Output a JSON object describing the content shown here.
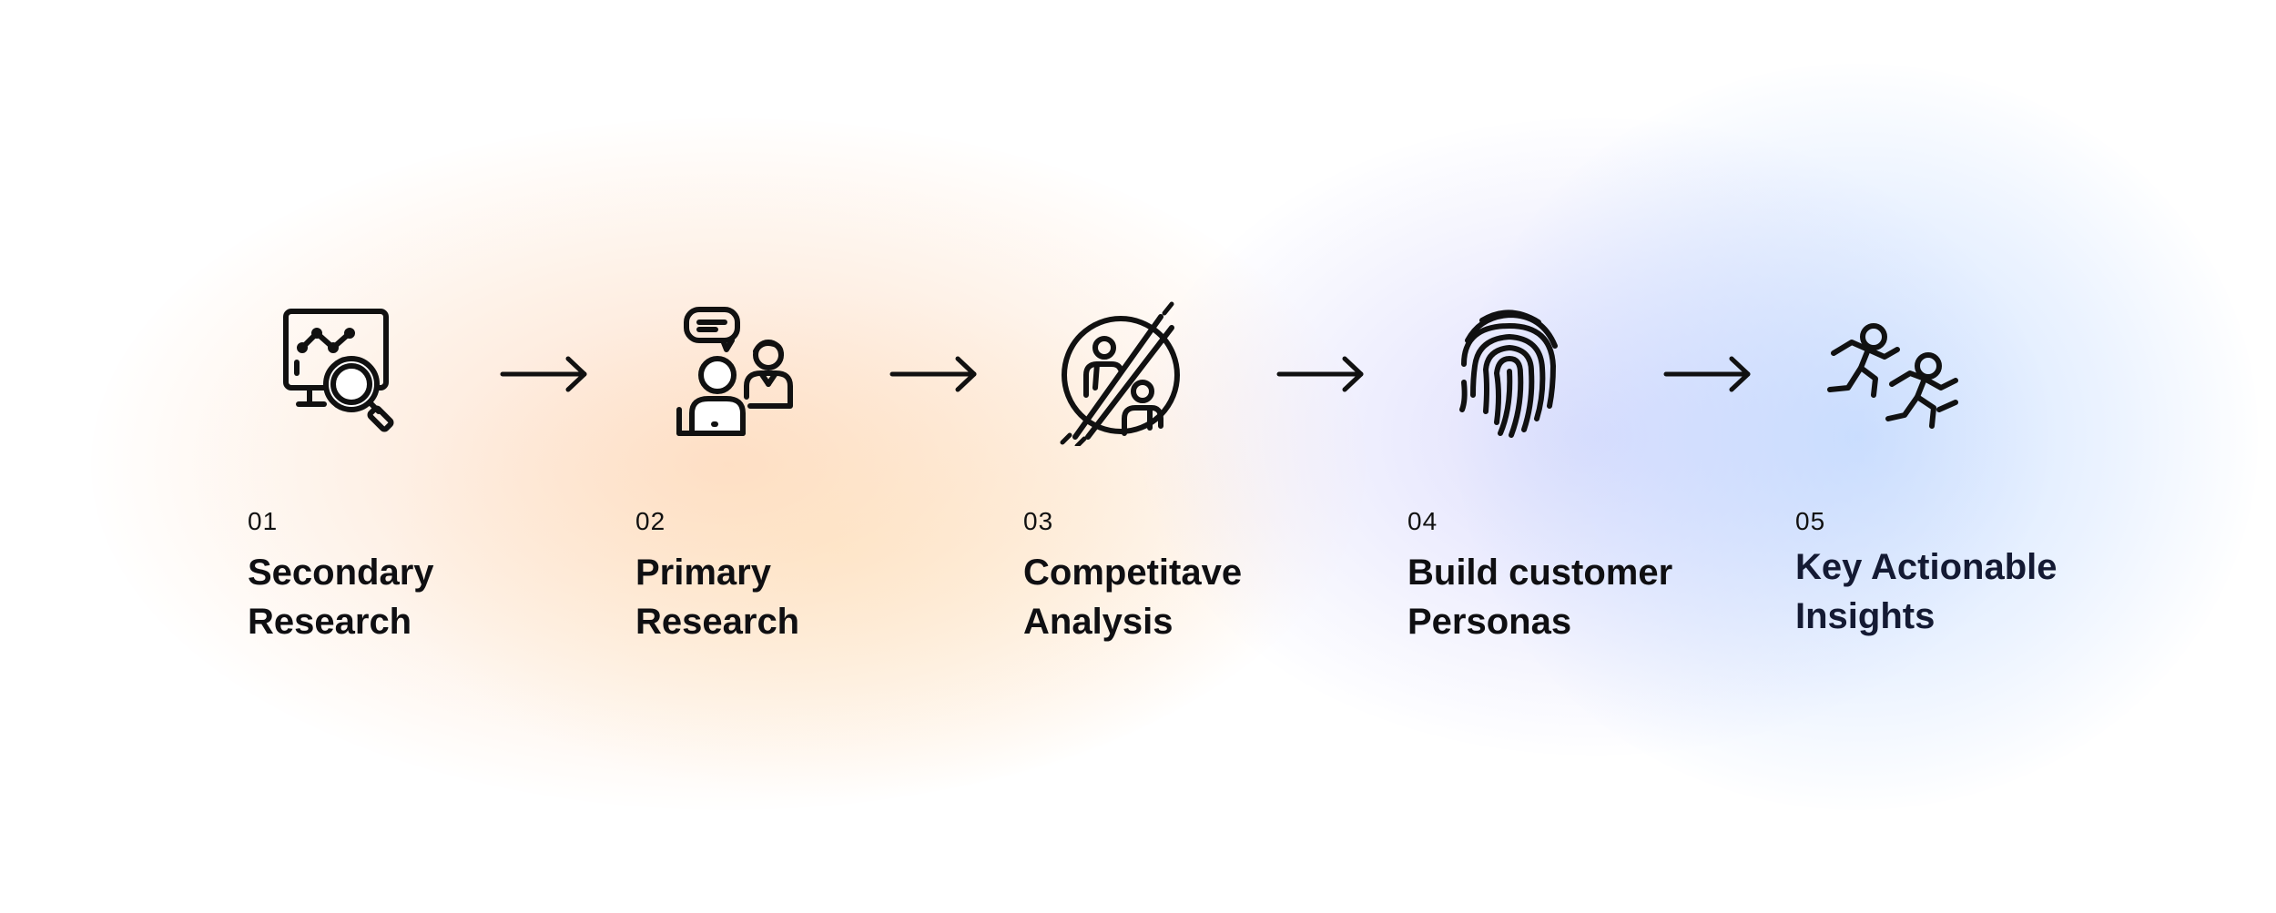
{
  "steps": [
    {
      "number": "01",
      "title_line1": "Secondary",
      "title_line2": "Research",
      "icon": "research-monitor-magnifier-icon"
    },
    {
      "number": "02",
      "title_line1": "Primary",
      "title_line2": "Research",
      "icon": "interview-people-chat-icon"
    },
    {
      "number": "03",
      "title_line1": "Competitave",
      "title_line2": "Analysis",
      "icon": "competition-divided-circle-icon"
    },
    {
      "number": "04",
      "title_line1": "Build customer",
      "title_line2": "Personas",
      "icon": "fingerprint-icon"
    },
    {
      "number": "05",
      "title_line1": "Key Actionable",
      "title_line2": "Insights",
      "icon": "running-people-icon"
    }
  ],
  "arrow_icon": "arrow-right-icon",
  "colors": {
    "icon_stroke": "#111111",
    "text": "#0f0f12",
    "last_title": "#141a33",
    "glow_peach": "#fdc4a0",
    "glow_lavender": "#c4c4fa",
    "glow_blue": "#aacdff"
  }
}
